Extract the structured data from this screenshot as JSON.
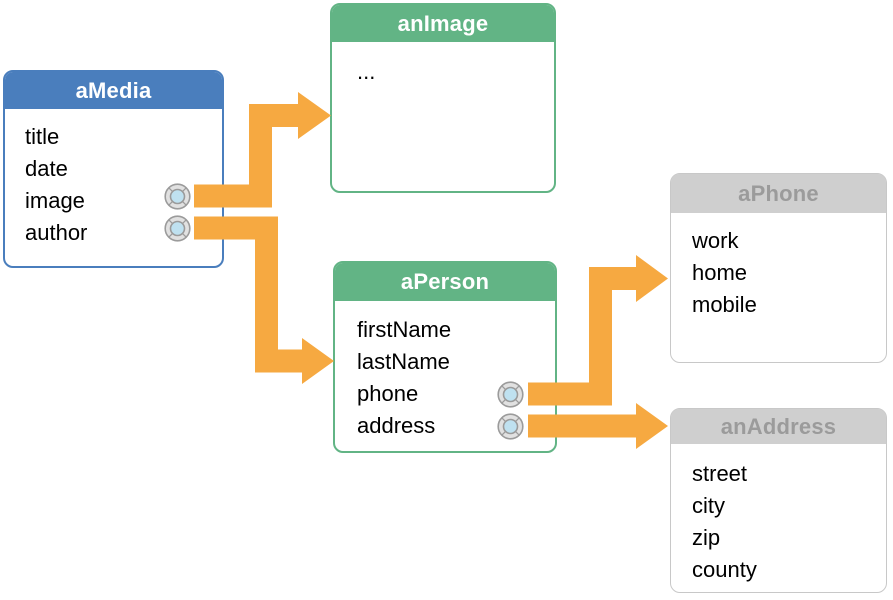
{
  "boxes": {
    "aMedia": {
      "title": "aMedia",
      "fields": [
        "title",
        "date",
        "image",
        "author"
      ]
    },
    "anImage": {
      "title": "anImage",
      "ellipsis": "..."
    },
    "aPerson": {
      "title": "aPerson",
      "fields": [
        "firstName",
        "lastName",
        "phone",
        "address"
      ]
    },
    "aPhone": {
      "title": "aPhone",
      "fields": [
        "work",
        "home",
        "mobile"
      ]
    },
    "anAddress": {
      "title": "anAddress",
      "fields": [
        "street",
        "city",
        "zip",
        "county"
      ]
    }
  },
  "connections": [
    {
      "from": "aMedia.image",
      "to": "anImage"
    },
    {
      "from": "aMedia.author",
      "to": "aPerson"
    },
    {
      "from": "aPerson.phone",
      "to": "aPhone"
    },
    {
      "from": "aPerson.address",
      "to": "anAddress"
    }
  ],
  "icons": {
    "connection_well": "life-buoy-connection-well"
  },
  "colors": {
    "media_header": "#4A7EBD",
    "object_header_green": "#62B485",
    "related_header_bg": "#CFCFCF",
    "related_header_text": "#9B9B9B",
    "arrow": "#F6A941",
    "well_outer_fill": "#E1E1E1",
    "well_inner_fill": "#BFE1F0",
    "well_stroke": "#9B9B9B"
  }
}
